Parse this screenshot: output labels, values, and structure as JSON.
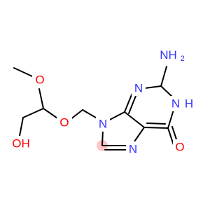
{
  "structure": {
    "atoms": {
      "methoxy_o": "O",
      "ether_o": "O",
      "hydroxyl_o": "OH",
      "n9": "N",
      "n3": "N",
      "n1": "N",
      "n1_h": "H",
      "n7": "N",
      "carbonyl_o": "O",
      "amine_n": "NH",
      "amine_sub": "2"
    },
    "colors": {
      "nitrogen": "#3333ff",
      "oxygen": "#ff0000",
      "bond": "#000000",
      "c8_highlight": "#ff9999"
    }
  }
}
